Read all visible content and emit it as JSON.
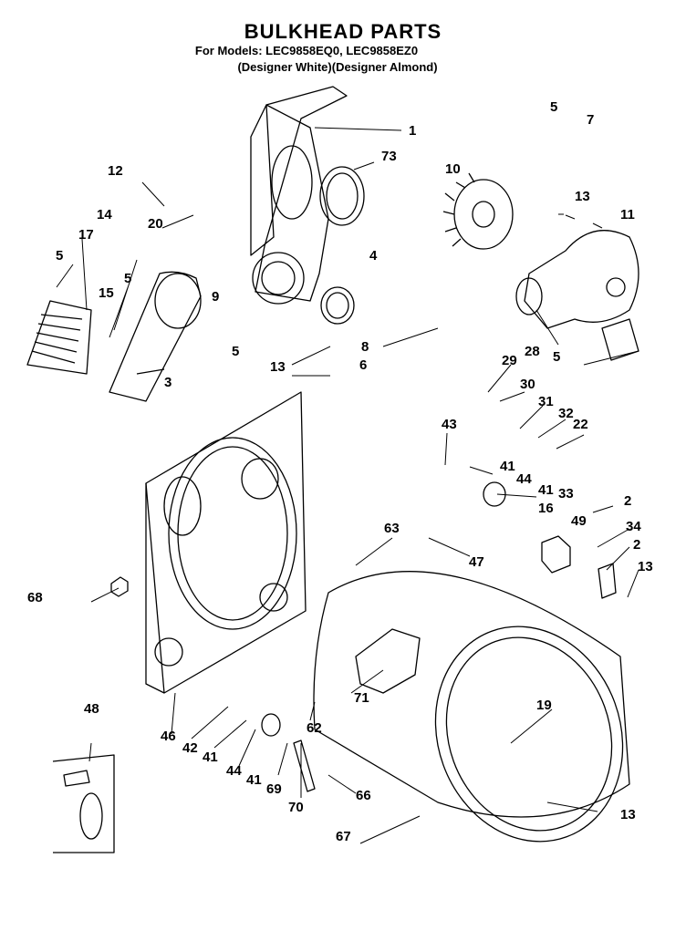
{
  "header": {
    "title": "BULKHEAD PARTS",
    "models": "For Models: LEC9858EQ0, LEC9858EZ0",
    "finishes": "(Designer White)(Designer Almond)"
  },
  "callouts": [
    "1",
    "73",
    "5",
    "7",
    "10",
    "13",
    "11",
    "12",
    "20",
    "4",
    "14",
    "17",
    "5",
    "15",
    "5",
    "9",
    "5",
    "13",
    "8",
    "6",
    "28",
    "29",
    "30",
    "31",
    "32",
    "22",
    "5",
    "3",
    "43",
    "41",
    "44",
    "41",
    "16",
    "33",
    "2",
    "49",
    "34",
    "2",
    "13",
    "63",
    "47",
    "68",
    "71",
    "19",
    "48",
    "46",
    "42",
    "41",
    "44",
    "41",
    "69",
    "70",
    "66",
    "62",
    "13",
    "67"
  ]
}
